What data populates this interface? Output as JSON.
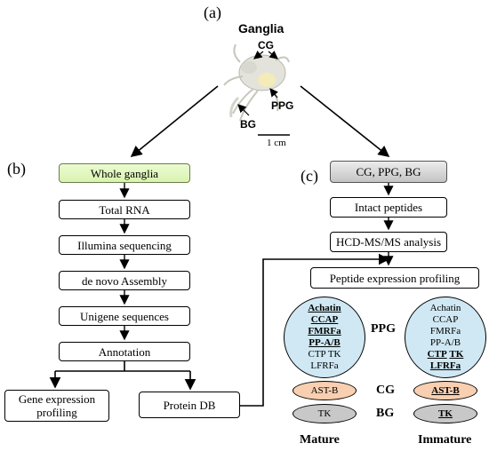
{
  "panels": {
    "a": "(a)",
    "b": "(b)",
    "c": "(c)"
  },
  "photo": {
    "title": "Ganglia",
    "cg": "CG",
    "ppg": "PPG",
    "bg": "BG",
    "scale": "1 cm"
  },
  "left_flow": {
    "whole_ganglia": "Whole ganglia",
    "total_rna": "Total RNA",
    "illumina": "Illumina sequencing",
    "assembly": "de novo Assembly",
    "unigene": "Unigene sequences",
    "annotation": "Annotation",
    "gene_expr_1": "Gene expression",
    "gene_expr_2": "profiling",
    "protein_db": "Protein DB"
  },
  "right_flow": {
    "cg_ppg_bg": "CG, PPG, BG",
    "intact": "Intact peptides",
    "hcd": "HCD-MS/MS analysis",
    "profiling": "Peptide expression profiling"
  },
  "mature": {
    "label": "Mature",
    "ppg_lines": [
      [
        {
          "t": "Achatin",
          "b": true
        }
      ],
      [
        {
          "t": "CCAP",
          "b": true
        }
      ],
      [
        {
          "t": "FMRFa",
          "b": true
        }
      ],
      [
        {
          "t": "PP-A/B",
          "b": true
        }
      ],
      [
        {
          "t": "CTP",
          "b": false
        },
        {
          "t": "TK",
          "b": false
        }
      ],
      [
        {
          "t": "LFRFa",
          "b": false
        }
      ]
    ],
    "cg": {
      "t": "AST-B",
      "b": false
    },
    "bg": {
      "t": "TK",
      "b": false
    }
  },
  "immature": {
    "label": "Immature",
    "ppg_lines": [
      [
        {
          "t": "Achatin",
          "b": false
        }
      ],
      [
        {
          "t": "CCAP",
          "b": false
        }
      ],
      [
        {
          "t": "FMRFa",
          "b": false
        }
      ],
      [
        {
          "t": "PP-A/B",
          "b": false
        }
      ],
      [
        {
          "t": "CTP",
          "b": true
        },
        {
          "t": "TK",
          "b": true
        }
      ],
      [
        {
          "t": "LFRFa",
          "b": true
        }
      ]
    ],
    "cg": {
      "t": "AST-B",
      "b": true
    },
    "bg": {
      "t": "TK",
      "b": true
    }
  },
  "region_labels": {
    "ppg": "PPG",
    "cg": "CG",
    "bg": "BG"
  }
}
